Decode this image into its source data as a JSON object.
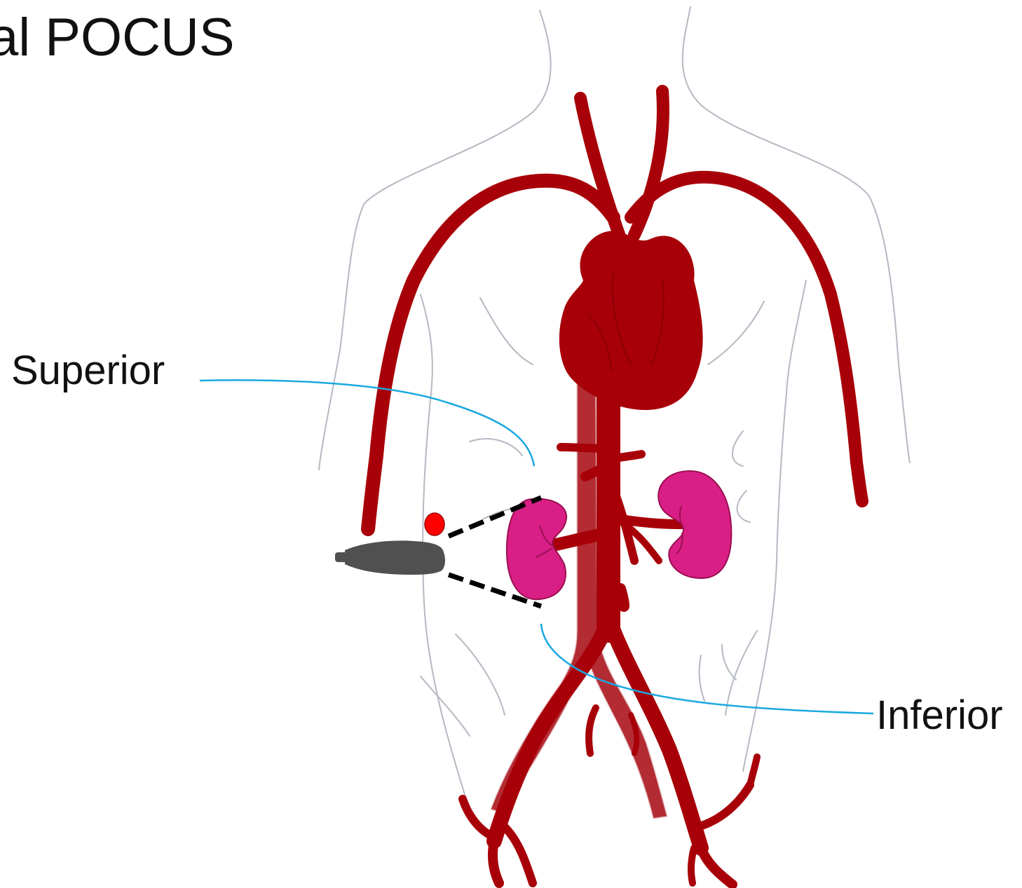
{
  "title": "al POCUS",
  "labels": {
    "superior": "Superior",
    "inferior": "Inferior"
  },
  "colors": {
    "artery": "#a80008",
    "vena_cava": "#b32c34",
    "kidney": "#d91e86",
    "kidney_outline": "#9b1050",
    "probe": "#505050",
    "probe_marker": "#ff0000",
    "leader_line": "#1aa8e0",
    "body_outline": "#b5b9c2",
    "beam": "#000000"
  },
  "icons": {
    "probe": "ultrasound-probe-icon",
    "marker": "orientation-marker-dot",
    "heart": "heart-icon",
    "kidney": "kidney-icon"
  }
}
